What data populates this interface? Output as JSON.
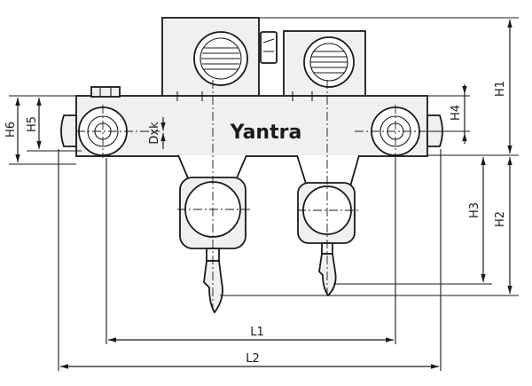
{
  "brand": "Yantra",
  "dimensions": {
    "L1": "L1",
    "L2": "L2",
    "H1": "H1",
    "H2": "H2",
    "H3": "H3",
    "H4": "H4",
    "H5": "H5",
    "H6": "H6",
    "Dxk": "Dxk"
  },
  "colors": {
    "line": "#1a1a1a",
    "body": "#f0f0f0",
    "background": "#ffffff"
  }
}
